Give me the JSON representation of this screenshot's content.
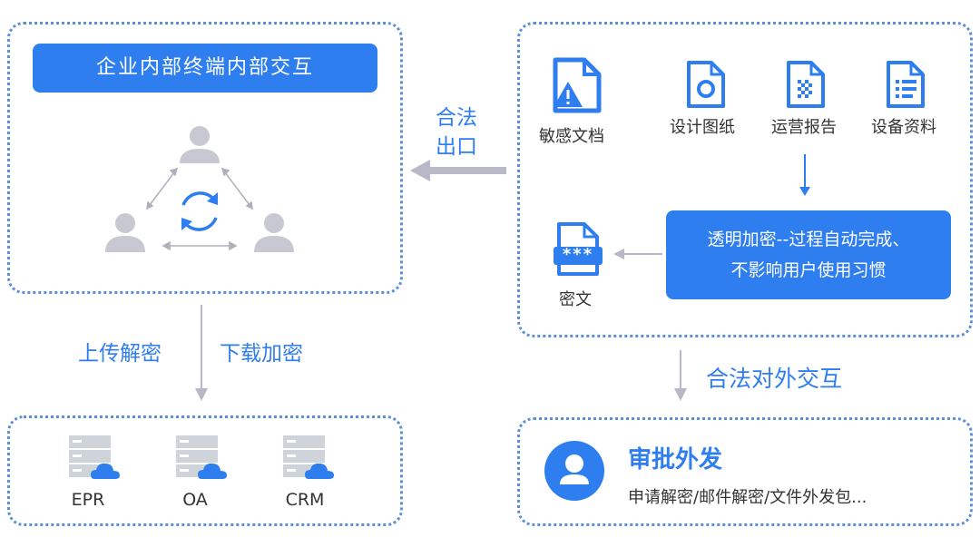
{
  "internal": {
    "title": "企业内部终端内部交互"
  },
  "arrows": {
    "legal_exit_line1": "合法",
    "legal_exit_line2": "出口",
    "upload_decrypt": "上传解密",
    "download_encrypt": "下载加密",
    "legal_external": "合法对外交互"
  },
  "docs": {
    "sensitive": "敏感文档",
    "design": "设计图纸",
    "ops_report": "运营报告",
    "device_data": "设备资料",
    "ciphertext": "密文",
    "cipher_stars": "***",
    "encrypt_line1": "透明加密--过程自动完成、",
    "encrypt_line2": "不影响用户使用习惯"
  },
  "systems": {
    "items": [
      "EPR",
      "OA",
      "CRM"
    ]
  },
  "approval": {
    "title": "审批外发",
    "subtitle": "申请解密/邮件解密/文件外发包..."
  },
  "colors": {
    "accent": "#2f7ef0",
    "border": "#5b8fd8",
    "gray_arrow": "#b8b8c6",
    "person_gray": "#c8c8d2",
    "server_gray": "#cfd3da"
  }
}
